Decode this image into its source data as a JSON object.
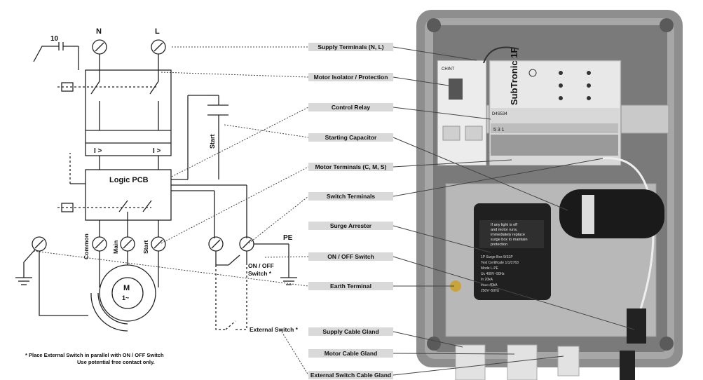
{
  "schematic": {
    "label_n": "N",
    "label_l": "L",
    "fuse_rating": "10",
    "overcurrent_1": "I >",
    "overcurrent_2": "I >",
    "capacitor_label": "Start",
    "pcb_label": "Logic PCB",
    "term_common": "Common",
    "term_main": "Main",
    "term_start": "Start",
    "pe_label": "PE",
    "switch_label_1": "ON / OFF",
    "switch_label_2": "Switch *",
    "motor_label_1": "M",
    "motor_label_2": "1~",
    "external_switch": "External Switch *",
    "footnote_1": "* Place External Switch in parallel with ON / OFF Switch",
    "footnote_2": "Use potential free contact only."
  },
  "callouts": [
    "Supply Terminals (N, L)",
    "Motor Isolator / Protection",
    "Control Relay",
    "Starting Capacitor",
    "Motor Terminals (C, M, S)",
    "Switch Terminals",
    "Surge Arrester",
    "ON / OFF Switch",
    "Earth Terminal",
    "Supply Cable Gland",
    "Motor Cable Gland",
    "External Switch Cable Gland"
  ],
  "device": {
    "product_name": "SubTronic 1P",
    "model_code": "D4S534",
    "breaker_brand": "CHINT",
    "relay_terminals": "5 3 1",
    "surge_text": [
      "If any light is off",
      "and motor runs,",
      "immediately replace",
      "surge box to maintain",
      "protection"
    ],
    "surge_spec": [
      "1P Surge Box 9/S1P",
      "Test Certificate 1/1/2763",
      "Mode   L-PE",
      "Uc      400V~50Hz",
      "In         20kA",
      "Imax     40kA",
      "          250V~50Hz"
    ]
  },
  "colors": {
    "line": "#333333",
    "pill": "#d9d9d9",
    "enclosure": "#8c8c8c",
    "plate": "#b5b5b5"
  }
}
